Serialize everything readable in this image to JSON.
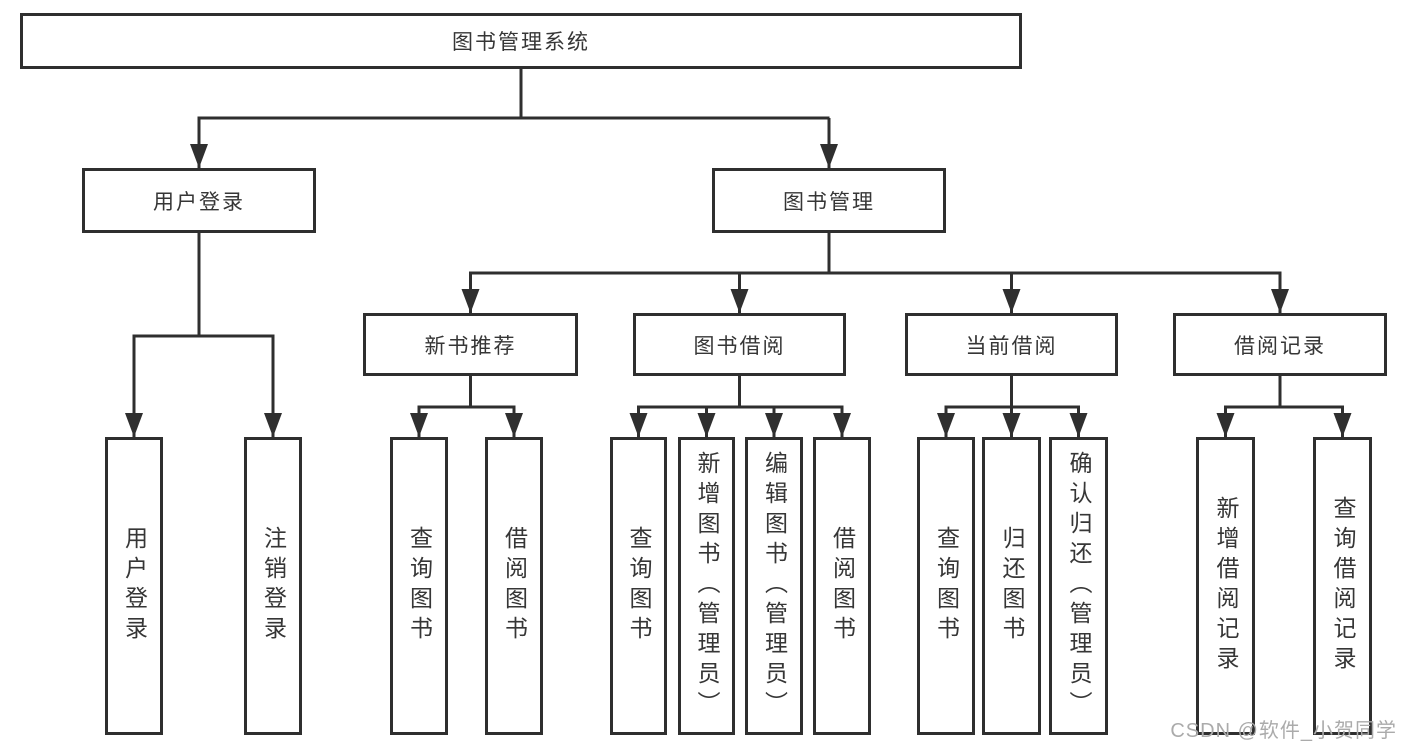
{
  "watermark": "CSDN @软件_小贺同学",
  "tree": {
    "label": "图书管理系统",
    "children": [
      {
        "label": "用户登录",
        "children": [
          {
            "label": "用户登录"
          },
          {
            "label": "注销登录"
          }
        ]
      },
      {
        "label": "图书管理",
        "children": [
          {
            "label": "新书推荐",
            "children": [
              {
                "label": "查询图书"
              },
              {
                "label": "借阅图书"
              }
            ]
          },
          {
            "label": "图书借阅",
            "children": [
              {
                "label": "查询图书"
              },
              {
                "label": "新增图书（管理员）"
              },
              {
                "label": "编辑图书（管理员）"
              },
              {
                "label": "借阅图书"
              }
            ]
          },
          {
            "label": "当前借阅",
            "children": [
              {
                "label": "查询图书"
              },
              {
                "label": "归还图书"
              },
              {
                "label": "确认归还（管理员）"
              }
            ]
          },
          {
            "label": "借阅记录",
            "children": [
              {
                "label": "新增借阅记录"
              },
              {
                "label": "查询借阅记录"
              }
            ]
          }
        ]
      }
    ]
  },
  "colors": {
    "line": "#2f2f2f",
    "text": "#363636",
    "watermark": "#ababab"
  }
}
